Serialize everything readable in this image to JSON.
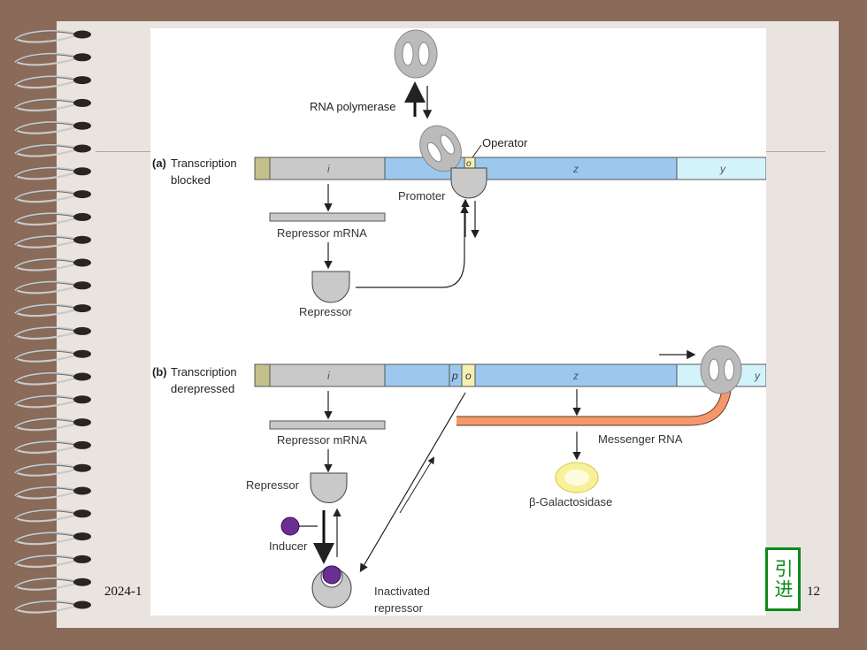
{
  "footer": {
    "date": "2024-1",
    "page_number": "12"
  },
  "nav_button": {
    "label": "引进"
  },
  "panel_a": {
    "letter": "(a)",
    "title_line1": "Transcription",
    "title_line2": "blocked",
    "rna_polymerase": "RNA polymerase",
    "operator": "Operator",
    "operator_letter": "o",
    "promoter": "Promoter",
    "gene_i": "i",
    "gene_z": "z",
    "gene_y": "y",
    "repressor_mrna": "Repressor mRNA",
    "repressor": "Repressor"
  },
  "panel_b": {
    "letter": "(b)",
    "title_line1": "Transcription",
    "title_line2": "derepressed",
    "gene_i": "i",
    "promoter_letter": "p",
    "operator_letter": "o",
    "gene_z": "z",
    "gene_y": "y",
    "repressor_mrna": "Repressor mRNA",
    "repressor": "Repressor",
    "inducer": "Inducer",
    "inactivated_line1": "Inactivated",
    "inactivated_line2": "repressor",
    "messenger_rna": "Messenger RNA",
    "galactosidase": "β-Galactosidase"
  },
  "colors": {
    "gene_i": "#c9c9c9",
    "gene_lac": "#9cc8ee",
    "gene_y": "#d3f3fb",
    "mrna": "#f5976a",
    "inducer": "#6a2f93",
    "galactosidase": "#f7f29a",
    "nav_accent": "#0d8a1a"
  }
}
